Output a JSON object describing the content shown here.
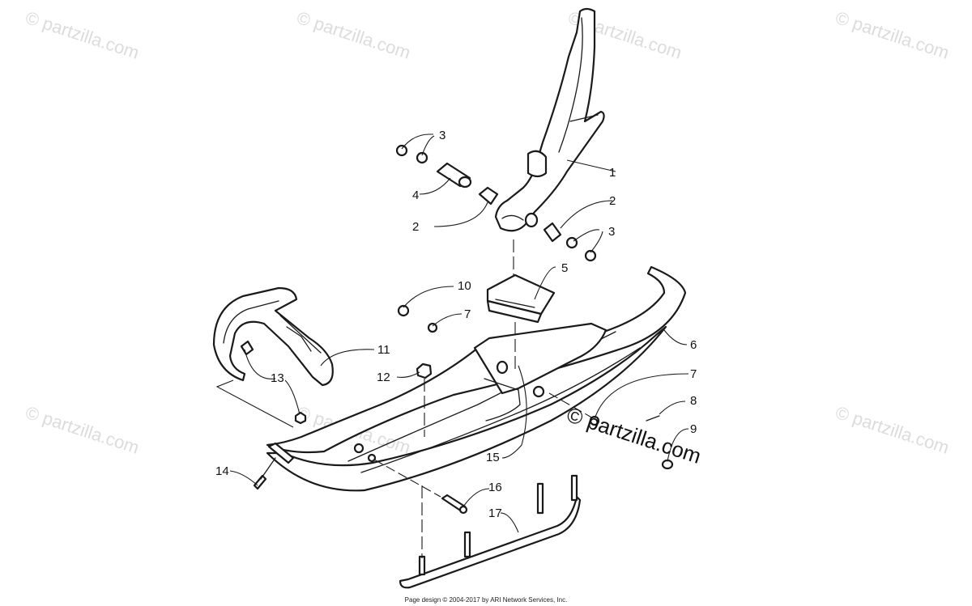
{
  "watermark": {
    "text": "© partzilla.com",
    "color": "#dcdcdc"
  },
  "overlay_watermark": {
    "text": "© partzilla.com"
  },
  "callouts": [
    "1",
    "2",
    "2",
    "3",
    "3",
    "4",
    "5",
    "6",
    "7",
    "7",
    "8",
    "9",
    "10",
    "11",
    "12",
    "13",
    "14",
    "15",
    "16",
    "17"
  ],
  "footer": "Page design © 2004-2017 by ARI Network Services, Inc."
}
